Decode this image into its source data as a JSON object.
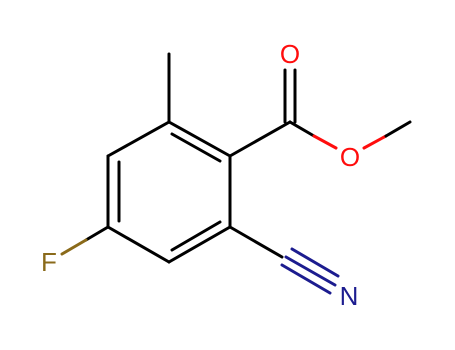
{
  "molecule": {
    "atoms": {
      "O_carbonyl": {
        "symbol": "O",
        "color": "#ff0d0d"
      },
      "O_ester": {
        "symbol": "O",
        "color": "#ff0d0d"
      },
      "N_nitrile": {
        "symbol": "N",
        "color": "#1c1c8f"
      },
      "F": {
        "symbol": "F",
        "color": "#8a6a1a"
      }
    },
    "colors": {
      "bond": "#000000",
      "oxygen": "#ff0d0d",
      "nitrogen": "#1c1c8f",
      "fluorine": "#8a6a1a"
    }
  }
}
